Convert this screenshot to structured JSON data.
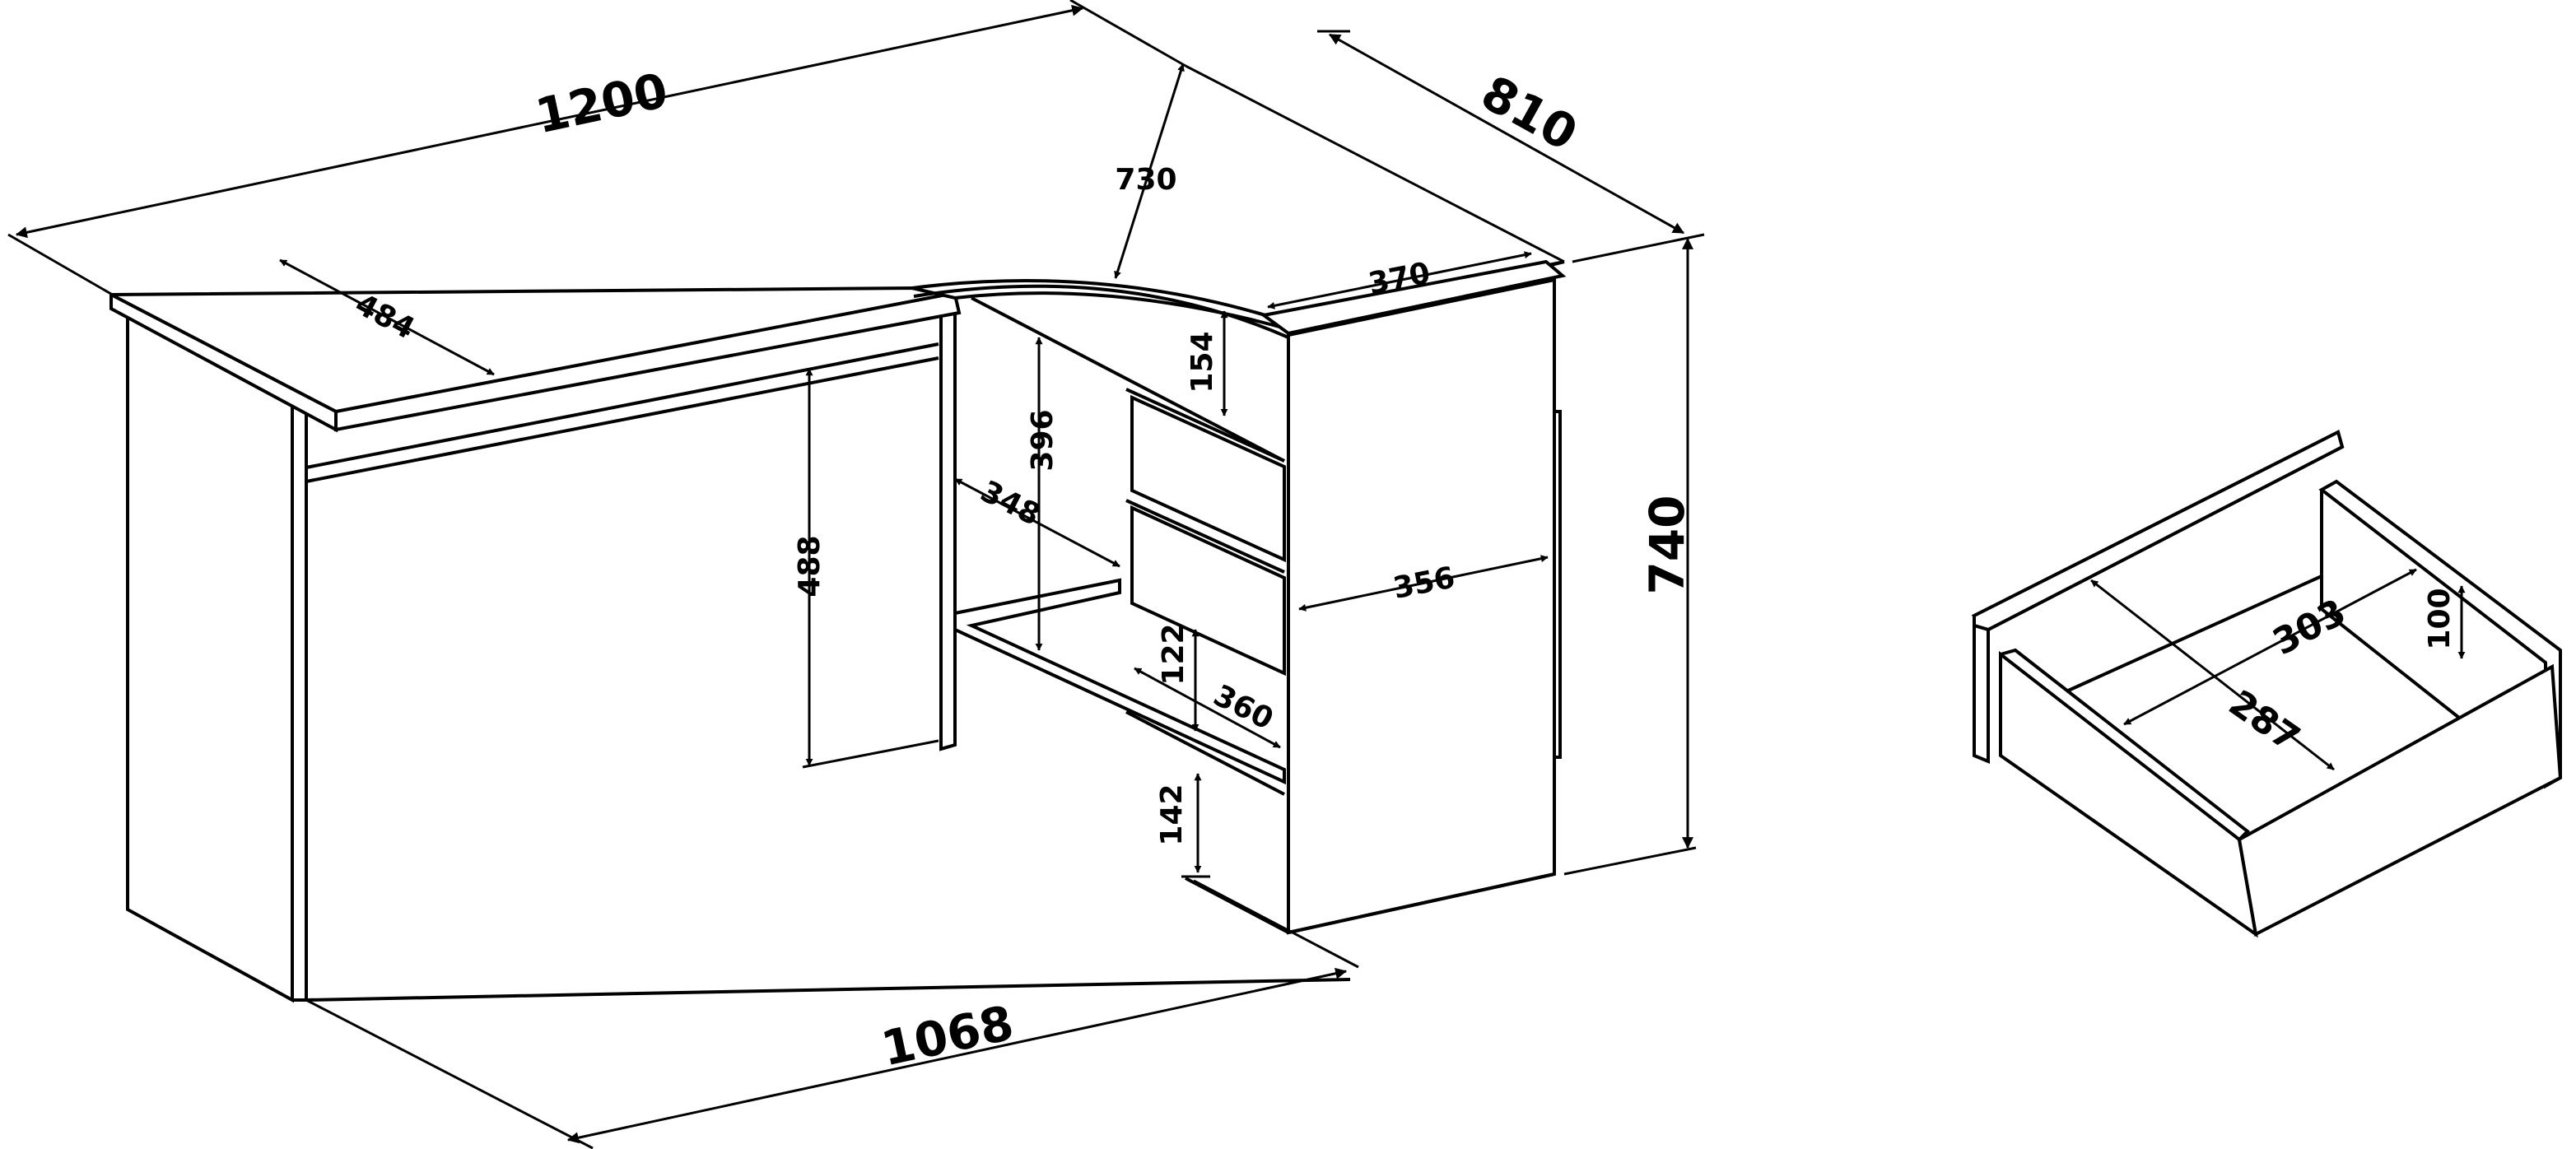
{
  "diagram": {
    "desk": {
      "overall_width": "1200",
      "overall_depth": "810",
      "height": "740",
      "base_length": "1068",
      "top_depth_left": "484",
      "curve_depth": "730",
      "cabinet_top_width": "370",
      "knee_height": "488",
      "shelf_opening_height": "396",
      "shelf_depth": "348",
      "upper_gap": "154",
      "cabinet_depth": "356",
      "drawer_height": "122",
      "drawer_depth": "360",
      "plinth_height": "142"
    },
    "drawer": {
      "inner_width": "303",
      "inner_depth": "287",
      "inner_height": "100"
    }
  }
}
